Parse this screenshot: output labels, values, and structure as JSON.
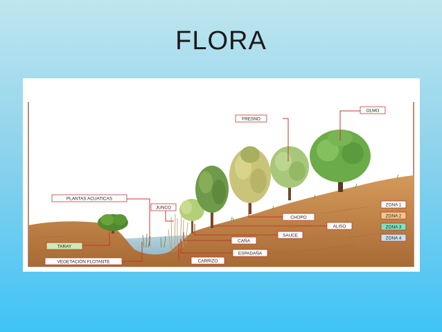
{
  "slide": {
    "title": "FLORA"
  },
  "diagram": {
    "labels": {
      "plantas_acuaticas": "PLANTAS ACUATICAS",
      "junco": "JUNCO",
      "fresno": "FRESNO",
      "olmo": "OLMO",
      "taray": "TARAY",
      "vegetacion_flotante": "VEGETACIÓN FLOTANTE",
      "carrizo": "CARRIZO",
      "espadana": "ESPADAÑA",
      "cana": "CAÑA",
      "sauce": "SAUCE",
      "chopo": "CHOPO",
      "aliso": "ALISO"
    },
    "zones": [
      "ZONA 1",
      "ZONA 2",
      "ZONA 3",
      "ZONA 4"
    ],
    "colors": {
      "leader_line": "#c0392b",
      "label_border": "#c0392b",
      "label_fill": "#ffffff",
      "taray_fill": "#cfe9b5",
      "zone1": "#ffffff",
      "zone2": "#f3c98a",
      "zone3": "#7fe0c0",
      "zone4": "#bfe6ef",
      "soil": "#c78a4a",
      "water": "#a8c8d8"
    }
  }
}
